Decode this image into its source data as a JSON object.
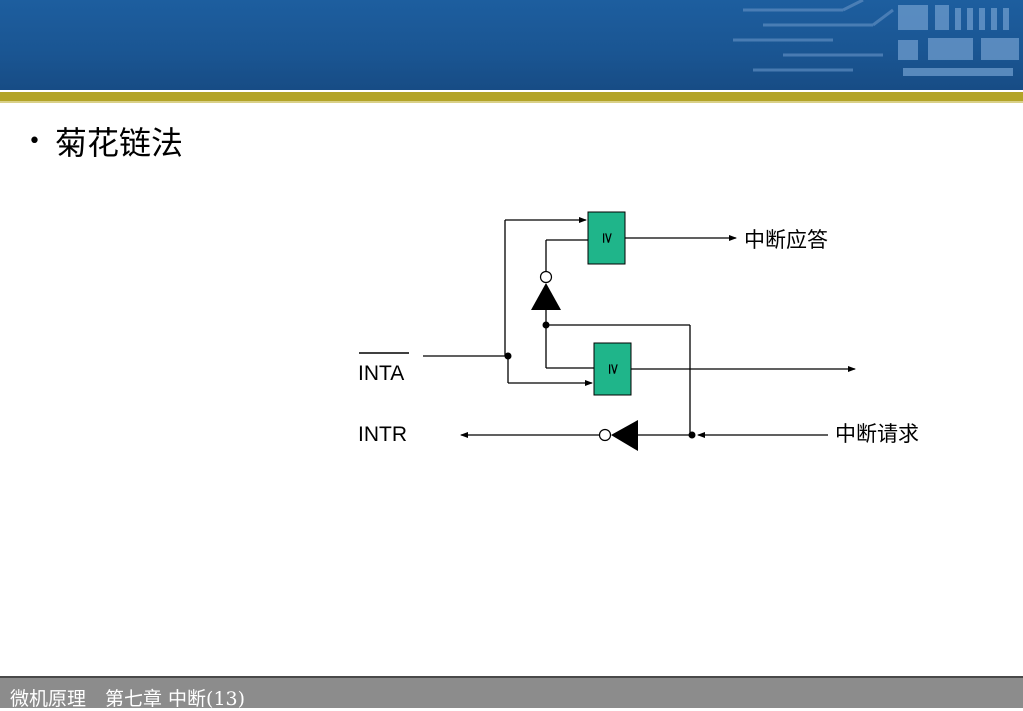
{
  "slide": {
    "bullet": "•",
    "title": "菊花链法",
    "footer": "微机原理　第七章 中断(13)"
  },
  "diagram": {
    "gate_upper_symbol": "≥",
    "gate_lower_symbol": "≥",
    "label_int_ack": "中断应答",
    "label_int_req": "中断请求",
    "label_inta": "INTA",
    "label_intr": "INTR"
  },
  "colors": {
    "header_blue": "#1a5592",
    "gold_band": "#b3a427",
    "gate_fill": "#1fb58a",
    "footer_gray": "#8c8c8c"
  }
}
